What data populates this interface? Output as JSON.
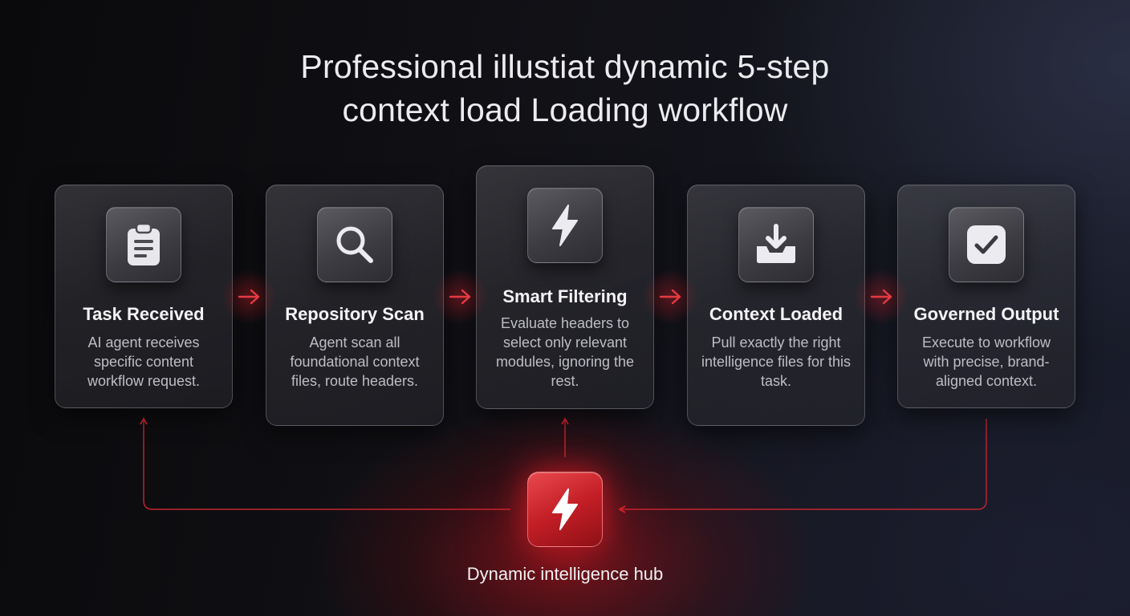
{
  "title": {
    "line1": "Professional illustiat dynamic 5-step",
    "line2": "context load Loading workflow"
  },
  "steps": [
    {
      "title": "Task Received",
      "description": "AI agent receives specific content workflow request.",
      "icon": "clipboard-icon"
    },
    {
      "title": "Repository Scan",
      "description": "Agent scan all foundational context files, route headers.",
      "icon": "magnifier-icon"
    },
    {
      "title": "Smart Filtering",
      "description": "Evaluate headers to select only relevant modules, ignoring the rest.",
      "icon": "lightning-bolt-icon"
    },
    {
      "title": "Context Loaded",
      "description": "Pull exactly the right intelligence files for this task.",
      "icon": "download-tray-icon"
    },
    {
      "title": "Governed Output",
      "description": "Execute to workflow with precise, brand-aligned context.",
      "icon": "checkmark-box-icon"
    }
  ],
  "hub": {
    "label": "Dynamic intelligence hub",
    "icon": "lightning-bolt-icon"
  },
  "colors": {
    "accent": "#e02530",
    "card_text": "#bdbdc4",
    "background": "#0c0c10"
  }
}
